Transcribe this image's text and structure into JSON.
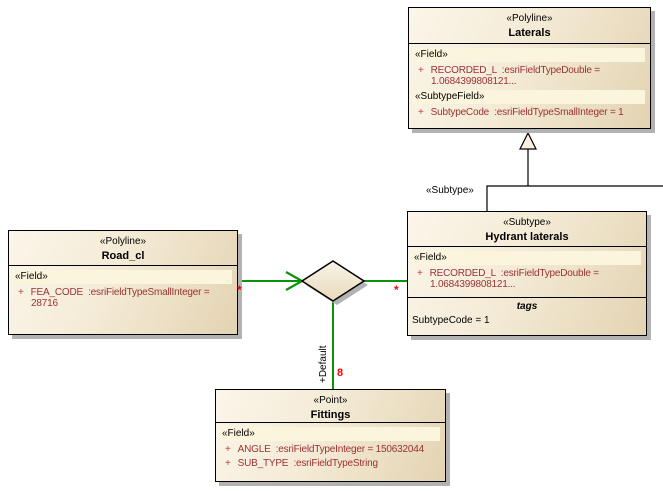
{
  "colors": {
    "association_green": "#0a930a",
    "label_red": "#ff0000",
    "attribute_text": "#9b3232",
    "box_border": "#000000",
    "box_fill_light": "#fbf6ea",
    "box_fill_dark": "#e3d3b2",
    "band_fill": "#fcf5dd",
    "shadow": "#b2b2b2"
  },
  "boxes": {
    "laterals": {
      "stereotype": "«Polyline»",
      "name": "Laterals",
      "rows": [
        {
          "type": "band",
          "text": "«Field»"
        },
        {
          "type": "attr",
          "prefix": "+",
          "text": "RECORDED_L  :esriFieldTypeDouble = 1.0684399808121..."
        },
        {
          "type": "band",
          "text": "«SubtypeField»"
        },
        {
          "type": "attr",
          "prefix": "+",
          "text": "SubtypeCode  :esriFieldTypeSmallInteger = 1"
        }
      ]
    },
    "hydrant_laterals": {
      "stereotype": "«Subtype»",
      "name": "Hydrant laterals",
      "rows": [
        {
          "type": "band",
          "text": "«Field»"
        },
        {
          "type": "attr",
          "prefix": "+",
          "text": "RECORDED_L  :esriFieldTypeDouble = 1.0684399808121..."
        }
      ],
      "tag_rows": [
        {
          "type": "tagshead",
          "text": "tags"
        },
        {
          "type": "tag",
          "text": "SubtypeCode = 1"
        }
      ]
    },
    "road_cl": {
      "stereotype": "«Polyline»",
      "name": "Road_cl",
      "rows": [
        {
          "type": "band",
          "text": "«Field»"
        },
        {
          "type": "attr",
          "prefix": "+",
          "text": "FEA_CODE  :esriFieldTypeSmallInteger = 28716"
        }
      ]
    },
    "fittings": {
      "stereotype": "«Point»",
      "name": "Fittings",
      "rows": [
        {
          "type": "band",
          "text": "«Field»"
        },
        {
          "type": "attr",
          "prefix": "+",
          "text": "ANGLE  :esriFieldTypeInteger = 150632044"
        },
        {
          "type": "attr",
          "prefix": "+",
          "text": "SUB_TYPE  :esriFieldTypeString"
        }
      ]
    }
  },
  "connectors": {
    "subtype_label": "«Subtype»",
    "default_label": "+Default",
    "default_multiplicity": "8",
    "source_multiplicity": "*",
    "target_multiplicity": "*"
  }
}
